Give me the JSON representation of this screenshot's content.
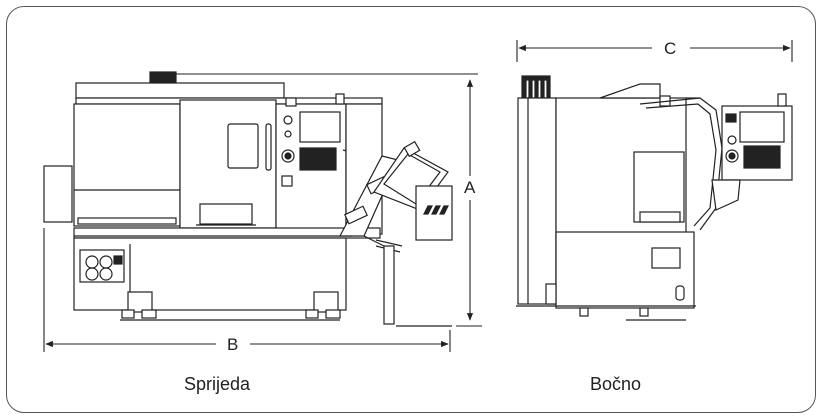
{
  "labels": {
    "front_caption": "Sprijeda",
    "side_caption": "Bočno",
    "dim_a": "A",
    "dim_b": "B",
    "dim_c": "C"
  },
  "colors": {
    "frame": "#555555",
    "line": "#222222",
    "fill": "#ffffff",
    "dark": "#1a1a1a"
  }
}
